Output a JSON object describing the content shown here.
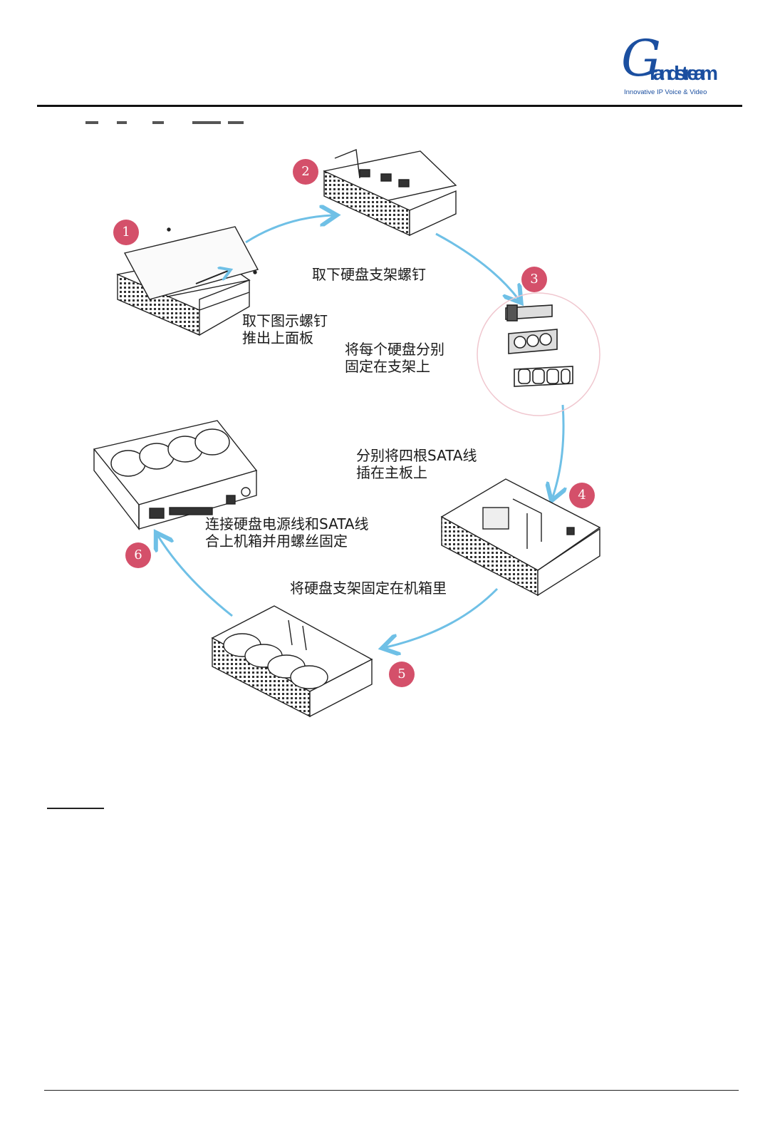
{
  "brand": {
    "logo_letter": "G",
    "logo_name": "randstream",
    "tagline": "Innovative IP Voice & Video",
    "color": "#1b4fa0"
  },
  "steps": [
    {
      "number": "1",
      "caption_lines": [
        "取下图示螺钉",
        "推出上面板"
      ]
    },
    {
      "number": "2",
      "caption_lines": [
        "取下硬盘支架螺钉"
      ]
    },
    {
      "number": "3",
      "caption_lines": [
        "将每个硬盘分别",
        "固定在支架上"
      ]
    },
    {
      "number": "4",
      "caption_lines": [
        "分别将四根SATA线",
        "插在主板上"
      ]
    },
    {
      "number": "5",
      "caption_lines": [
        "将硬盘支架固定在机箱里"
      ]
    },
    {
      "number": "6",
      "caption_lines": [
        "连接硬盘电源线和SATA线",
        "合上机箱并用螺丝固定"
      ]
    }
  ],
  "colors": {
    "badge": "#d4506a",
    "arrow": "#6fc0e6",
    "circle": "#f0c7cf"
  }
}
